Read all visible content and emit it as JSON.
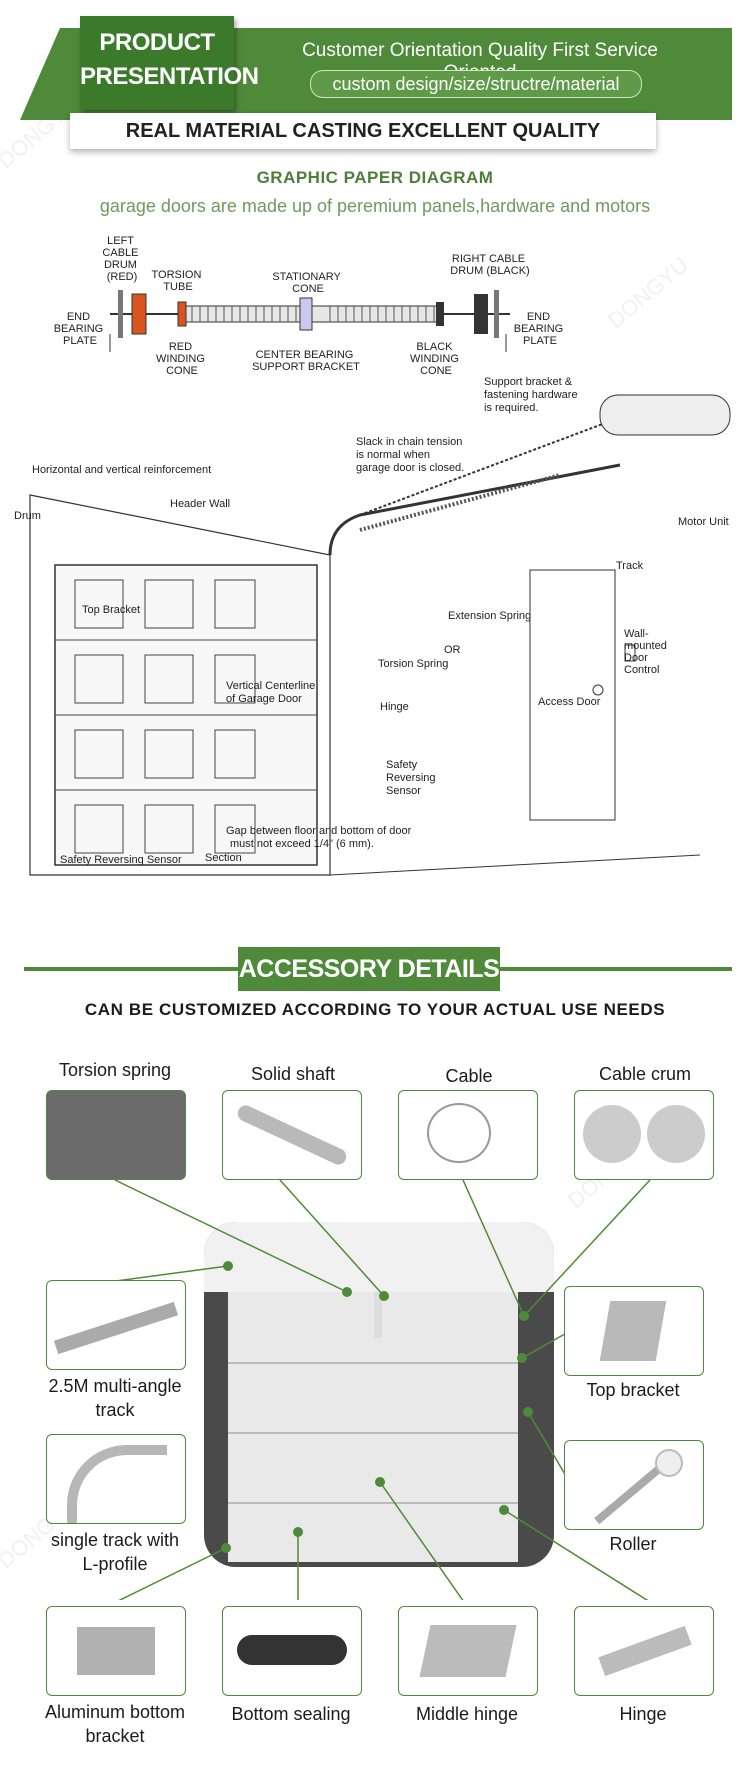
{
  "header": {
    "product_line1": "PRODUCT",
    "product_line2": "PRESENTATION",
    "tagline": "Customer Orientation Quality First Service Oriented",
    "pill": "custom design/size/structre/material",
    "quality": "REAL MATERIAL CASTING EXCELLENT QUALITY"
  },
  "diagram": {
    "title": "GRAPHIC PAPER DIAGRAM",
    "subtitle": "garage doors are made up of peremium panels,hardware and motors",
    "shaft_labels": {
      "left_cable_drum": [
        "LEFT",
        "CABLE",
        "DRUM",
        "(RED)"
      ],
      "torsion_tube": [
        "TORSION",
        "TUBE"
      ],
      "stationary_cone": [
        "STATIONARY",
        "CONE"
      ],
      "right_cable_drum": [
        "RIGHT CABLE",
        "DRUM (BLACK)"
      ],
      "end_bearing_left": [
        "END",
        "BEARING",
        "PLATE"
      ],
      "red_winding_cone": [
        "RED",
        "WINDING",
        "CONE"
      ],
      "center_bearing": [
        "CENTER BEARING",
        "SUPPORT BRACKET"
      ],
      "black_winding_cone": [
        "BLACK",
        "WINDING",
        "CONE"
      ],
      "end_bearing_right": [
        "END",
        "BEARING",
        "PLATE"
      ]
    },
    "door_labels": {
      "support_bracket": [
        "Support bracket &",
        "fastening hardware",
        "is required."
      ],
      "slack": [
        "Slack in chain tension",
        "is normal when",
        "garage door is closed."
      ],
      "reinforcement": "Horizontal and vertical reinforcement",
      "header_wall": "Header Wall",
      "drum": "Drum",
      "motor_unit": "Motor Unit",
      "track": "Track",
      "top_bracket": "Top Bracket",
      "extension_spring": "Extension Spring",
      "or": "OR",
      "wall_control": [
        "Wall-",
        "mounted",
        "Door",
        "Control"
      ],
      "torsion_spring": "Torsion Spring",
      "vertical_centerline": [
        "Vertical Centerline",
        "of Garage Door"
      ],
      "hinge": "Hinge",
      "access_door": "Access Door",
      "safety_sensor_right": [
        "Safety",
        "Reversing",
        "Sensor"
      ],
      "gap": [
        "Gap between floor and bottom of door",
        "must not exceed 1/4\" (6 mm)."
      ],
      "safety_sensor_left": "Safety Reversing Sensor",
      "section": "Section"
    }
  },
  "accessory": {
    "title": "ACCESSORY DETAILS",
    "subtitle": "CAN BE CUSTOMIZED ACCORDING TO YOUR ACTUAL USE NEEDS",
    "items": {
      "torsion_spring": "Torsion spring",
      "solid_shaft": "Solid shaft",
      "cable": "Cable",
      "cable_crum": "Cable crum",
      "multi_angle_track": [
        "2.5M multi-angle",
        "track"
      ],
      "top_bracket": "Top bracket",
      "single_track": [
        "single track with",
        "L-profile"
      ],
      "roller": "Roller",
      "aluminum_bottom": [
        "Aluminum bottom",
        "bracket"
      ],
      "bottom_sealing": "Bottom sealing",
      "middle_hinge": "Middle hinge",
      "hinge": "Hinge"
    }
  },
  "watermark": "DONGYU",
  "colors": {
    "brand_green": "#4f8a3a",
    "dark_green": "#3c7a2b",
    "text_green": "#4b7f3a"
  }
}
